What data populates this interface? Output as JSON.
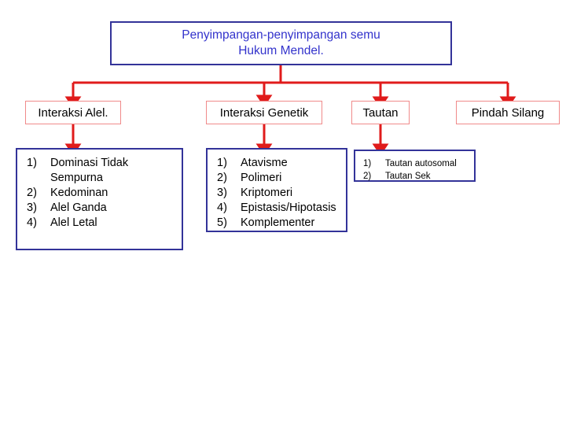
{
  "diagram": {
    "title": {
      "line1": "Penyimpangan-penyimpangan semu",
      "line2": "Hukum Mendel."
    },
    "categories": [
      {
        "label": "Interaksi Alel."
      },
      {
        "label": "Interaksi Genetik"
      },
      {
        "label": "Tautan"
      },
      {
        "label": "Pindah Silang"
      }
    ],
    "lists": [
      {
        "name": "interaksi-alel-list",
        "items": [
          {
            "num": "1)",
            "text": "Dominasi Tidak Sempurna"
          },
          {
            "num": "2)",
            "text": "Kedominan"
          },
          {
            "num": "3)",
            "text": "Alel Ganda"
          },
          {
            "num": "4)",
            "text": "Alel Letal"
          }
        ]
      },
      {
        "name": "interaksi-genetik-list",
        "items": [
          {
            "num": "1)",
            "text": "Atavisme"
          },
          {
            "num": "2)",
            "text": "Polimeri"
          },
          {
            "num": "3)",
            "text": "Kriptomeri"
          },
          {
            "num": "4)",
            "text": "Epistasis/Hipotasis"
          },
          {
            "num": "5)",
            "text": "Komplementer"
          }
        ]
      },
      {
        "name": "tautan-list",
        "items": [
          {
            "num": "1)",
            "text": "Tautan autosomal"
          },
          {
            "num": "2)",
            "text": "Tautan Sek"
          }
        ]
      }
    ],
    "colors": {
      "title_border": "#333399",
      "title_text": "#3333cc",
      "category_border": "#f08a8a",
      "list_border": "#333399",
      "connector": "#e01b1b",
      "body_text": "#000000",
      "background": "#ffffff"
    }
  }
}
